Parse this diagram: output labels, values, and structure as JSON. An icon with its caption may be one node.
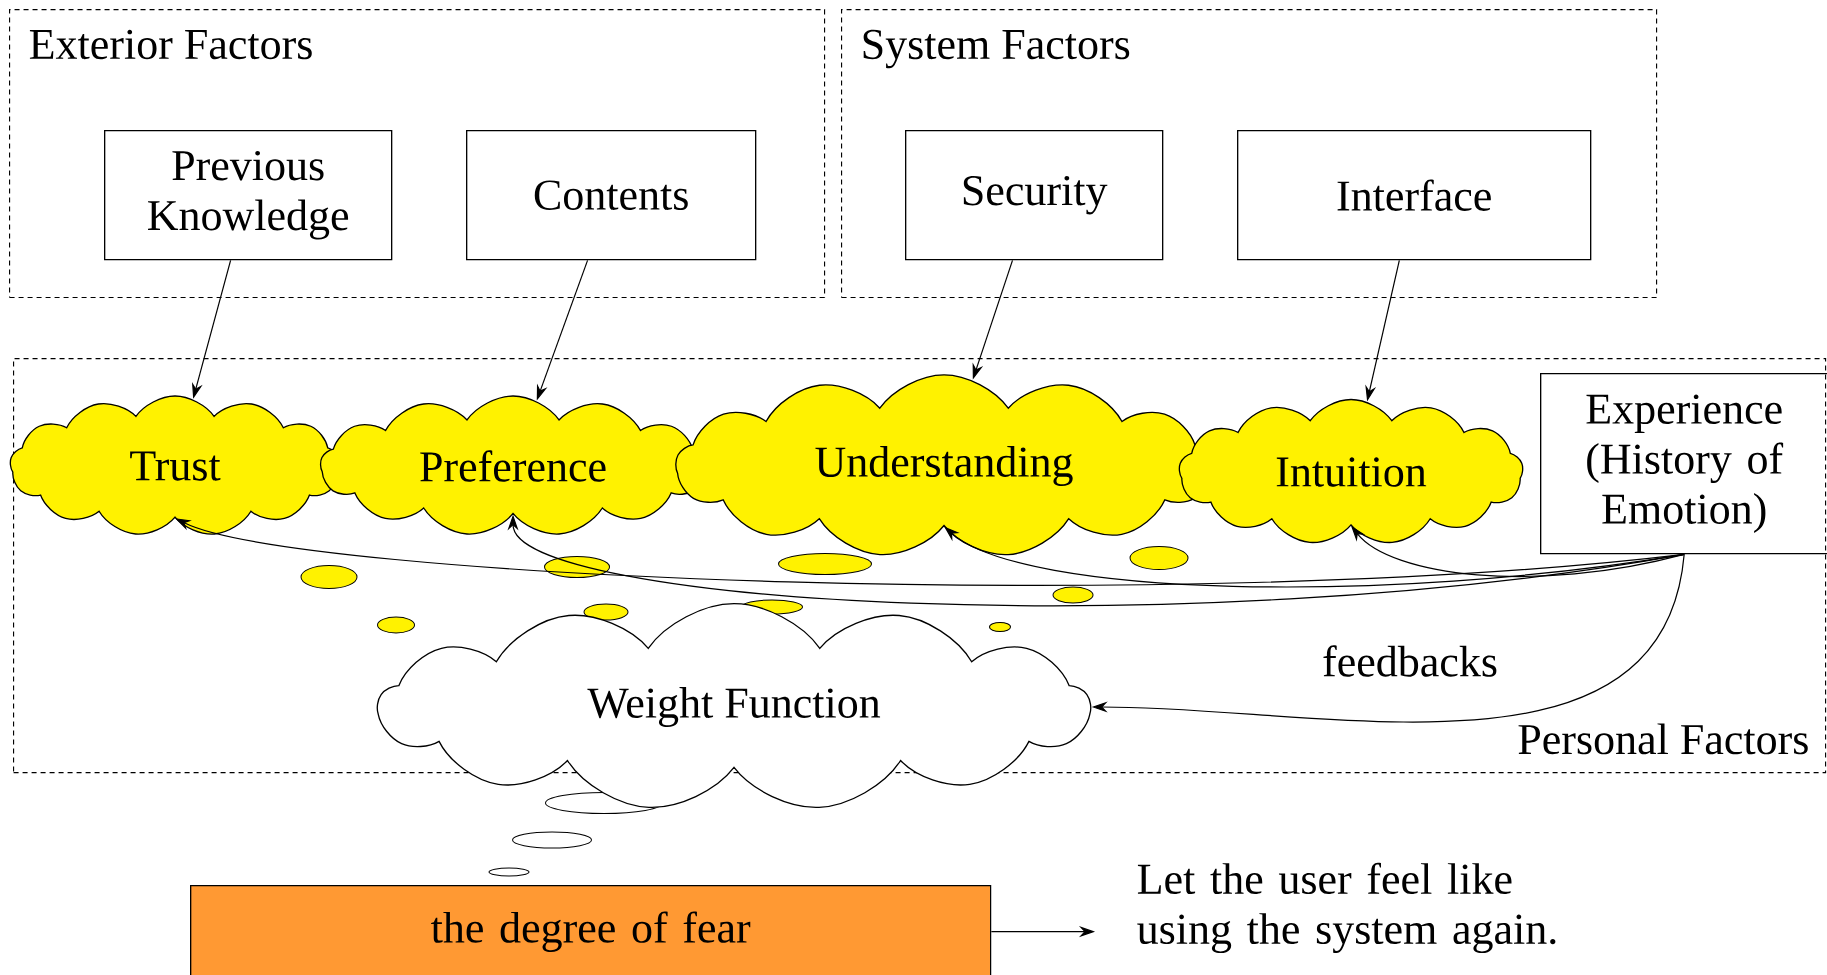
{
  "diagram": {
    "nodes": [
      {
        "text": [
          "Exterior Factors"
        ]
      },
      {
        "text": [
          "Previous Knowledge"
        ],
        "in": 0
      },
      {
        "text": [
          "Contents"
        ],
        "in": 0
      },
      {
        "text": [
          "System Factors"
        ]
      },
      {
        "text": [
          "Security"
        ],
        "in": 3
      },
      {
        "text": [
          "Interface"
        ],
        "in": 3
      },
      {
        "text": [
          "Personal Factors"
        ]
      },
      {
        "text": [
          "Trust"
        ],
        "in": 6
      },
      {
        "text": [
          "Preference"
        ],
        "in": 6
      },
      {
        "text": [
          "Understanding"
        ],
        "in": 6
      },
      {
        "text": [
          "Intuition"
        ],
        "in": 6
      },
      {
        "text": [
          "Experience (History of Emotion)"
        ],
        "in": 6
      },
      {
        "text": [
          "Weight Function"
        ],
        "in": 6
      },
      {
        "text": [
          "the degree of fear"
        ]
      },
      {
        "text": [
          "Let the user feel like using the system again."
        ]
      }
    ],
    "edges": [
      {
        "from": 1,
        "to": 7,
        "arrow": "to"
      },
      {
        "from": 2,
        "to": 8,
        "arrow": "to"
      },
      {
        "from": 4,
        "to": 9,
        "arrow": "to"
      },
      {
        "from": 5,
        "to": 10,
        "arrow": "to"
      },
      {
        "from": 11,
        "to": 7,
        "arrow": "to"
      },
      {
        "from": 11,
        "to": 8,
        "arrow": "to"
      },
      {
        "from": 11,
        "to": 9,
        "arrow": "to"
      },
      {
        "from": 11,
        "to": 10,
        "arrow": "to"
      },
      {
        "from": 11,
        "to": 12,
        "arrow": "to",
        "label": "feedbacks"
      },
      {
        "from": 13,
        "to": 14,
        "arrow": "to"
      }
    ]
  }
}
